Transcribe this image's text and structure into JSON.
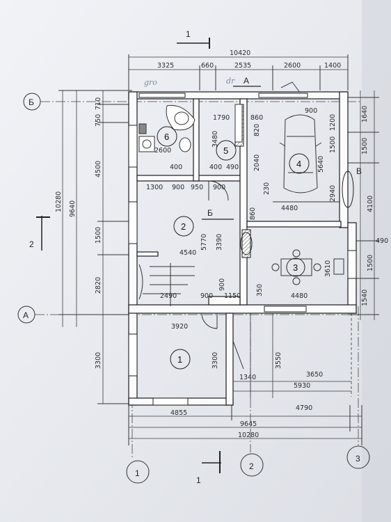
{
  "section_label": "1",
  "handwriting": {
    "top_note": "gro",
    "dr_note": "dr"
  },
  "axes": {
    "rows": {
      "top": "Б",
      "bottom": "А"
    },
    "cols": [
      "1",
      "2",
      "3"
    ],
    "section_marks": {
      "left": "2",
      "bottom": "1",
      "wall_right": "В",
      "cut_a": "А",
      "cut_b": "Б"
    }
  },
  "rooms": [
    {
      "id": "1",
      "label": "1"
    },
    {
      "id": "2",
      "label": "2"
    },
    {
      "id": "3",
      "label": "3"
    },
    {
      "id": "4",
      "label": "4"
    },
    {
      "id": "5",
      "label": "5"
    },
    {
      "id": "6",
      "label": "6"
    }
  ],
  "dims": {
    "top_total": "10420",
    "top_segments": [
      "3325",
      "660",
      "2535",
      "2600",
      "1400"
    ],
    "left_total": "10280",
    "left_outer": "9640",
    "left_segments": [
      "750",
      "710",
      "4500",
      "1500",
      "2820",
      "3300"
    ],
    "right_segments": [
      "1640",
      "1500",
      "4100",
      "490",
      "1500",
      "1540"
    ],
    "bottom_rows": [
      "4855",
      "4790",
      "9645",
      "10280"
    ],
    "interior": {
      "d1790": "1790",
      "d860": "860",
      "d900a": "900",
      "d3480": "3480",
      "d820": "820",
      "d1200": "1200",
      "d1500b": "1500",
      "d5640": "5640",
      "d2600": "2600",
      "d400a": "400",
      "d400b": "400",
      "d490": "490",
      "d2040": "2040",
      "d1300": "1300",
      "d900b": "900",
      "d950": "950",
      "d900c": "900",
      "d230": "230",
      "d2940": "2940",
      "d4480a": "4480",
      "d860b": "860",
      "d4540": "4540",
      "d5770": "5770",
      "d3390": "3390",
      "d3610": "3610",
      "d2490": "2490",
      "d900d": "900",
      "d1150": "1150",
      "d350": "350",
      "d4480b": "4480",
      "d900e": "900",
      "d3920": "3920",
      "d3300": "3300",
      "d3550": "3550",
      "d1340": "1340",
      "d3650": "3650",
      "d5930": "5930"
    }
  }
}
